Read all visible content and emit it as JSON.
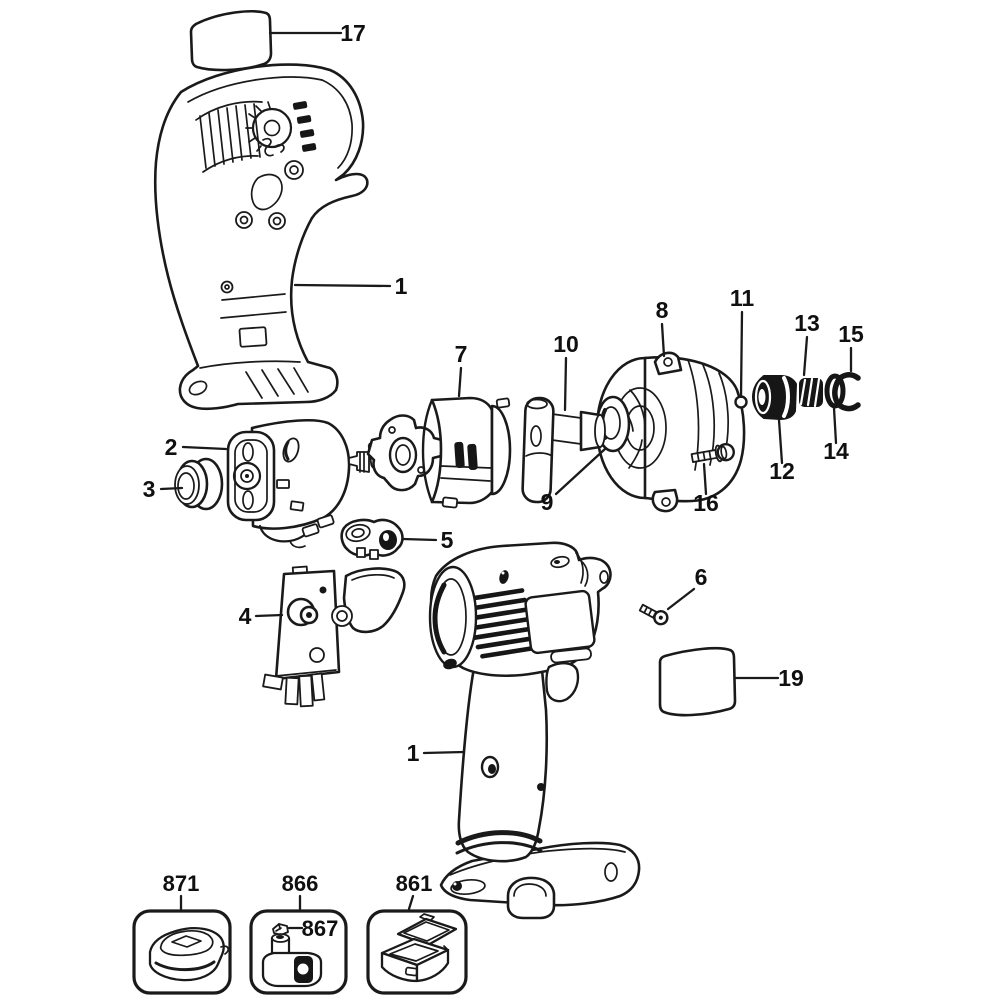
{
  "diagram": {
    "kind": "exploded-parts-diagram",
    "subject": "cordless drill / impact driver service parts",
    "background_color": "#ffffff",
    "line_color": "#1a1a1a"
  },
  "callouts": {
    "c17": {
      "label": "17"
    },
    "c1_top": {
      "label": "1"
    },
    "c2": {
      "label": "2"
    },
    "c3": {
      "label": "3"
    },
    "c4": {
      "label": "4"
    },
    "c5": {
      "label": "5"
    },
    "c6": {
      "label": "6"
    },
    "c7": {
      "label": "7"
    },
    "c8": {
      "label": "8"
    },
    "c9": {
      "label": "9"
    },
    "c10": {
      "label": "10"
    },
    "c11": {
      "label": "11"
    },
    "c12": {
      "label": "12"
    },
    "c13": {
      "label": "13"
    },
    "c14": {
      "label": "14"
    },
    "c15": {
      "label": "15"
    },
    "c16": {
      "label": "16"
    },
    "c19": {
      "label": "19"
    },
    "c1_bottom": {
      "label": "1"
    },
    "c871": {
      "label": "871"
    },
    "c866": {
      "label": "866"
    },
    "c867": {
      "label": "867"
    },
    "c861": {
      "label": "861"
    }
  }
}
